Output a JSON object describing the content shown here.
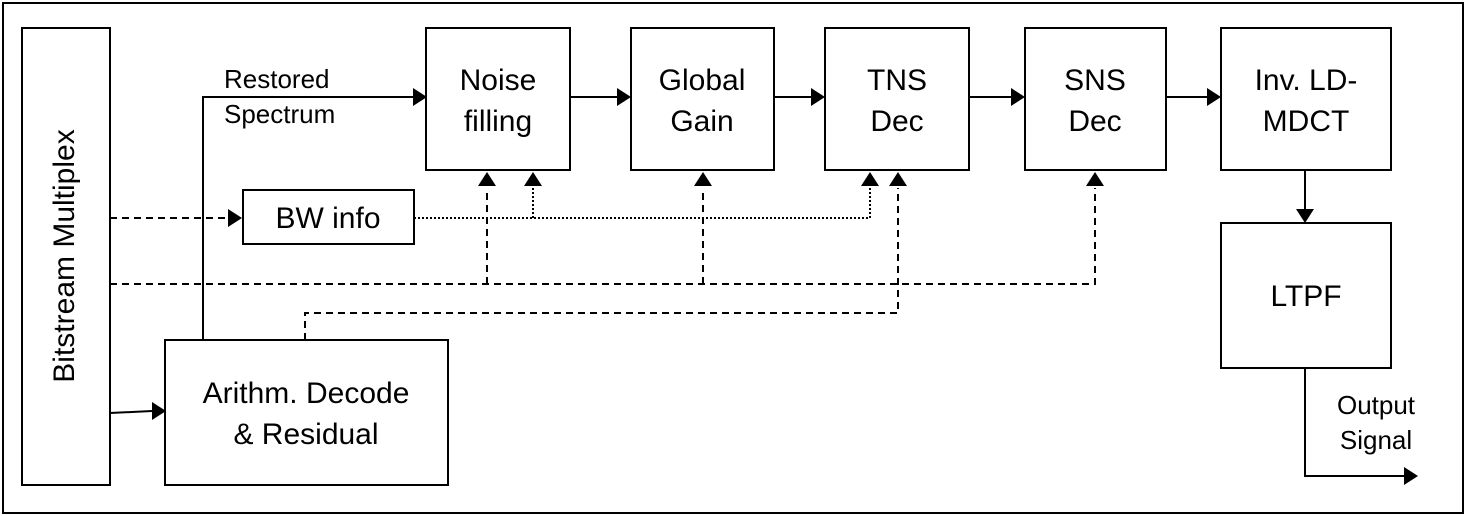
{
  "blocks": {
    "bitstream_multiplex": "Bitstream Multiplex",
    "arith_decode": [
      "Arithm. Decode",
      "& Residual"
    ],
    "noise_filling": [
      "Noise",
      "filling"
    ],
    "global_gain": [
      "Global",
      "Gain"
    ],
    "tns_dec": [
      "TNS",
      "Dec"
    ],
    "sns_dec": [
      "SNS",
      "Dec"
    ],
    "inv_ld_mdct": [
      "Inv. LD-",
      "MDCT"
    ],
    "ltpf": "LTPF",
    "bw_info": "BW info"
  },
  "labels": {
    "restored_spectrum": [
      "Restored",
      "Spectrum"
    ],
    "output_signal": [
      "Output",
      "Signal"
    ]
  }
}
